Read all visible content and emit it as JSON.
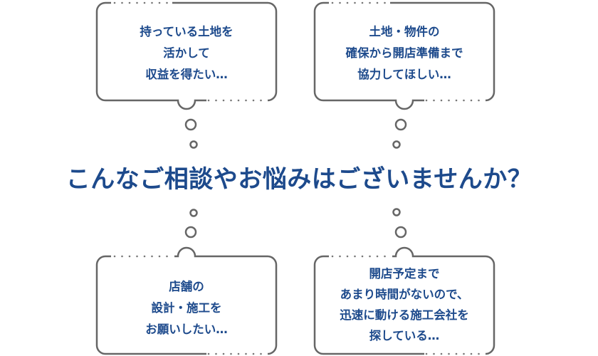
{
  "headline": "こんなご相談やお悩みはございませんか？",
  "bubbles": [
    {
      "lines": [
        "持っている土地を",
        "活かして",
        "収益を得たい…"
      ]
    },
    {
      "lines": [
        "土地・物件の",
        "確保から開店準備まで",
        "協力してほしい…"
      ]
    },
    {
      "lines": [
        "店舗の",
        "設計・施工を",
        "お願いしたい…"
      ]
    },
    {
      "lines": [
        "開店予定まで",
        "あまり時間がないので、",
        "迅速に動ける施工会社を",
        "探している…"
      ]
    }
  ],
  "colors": {
    "text": "#1d4a8c",
    "outline": "#666666"
  }
}
